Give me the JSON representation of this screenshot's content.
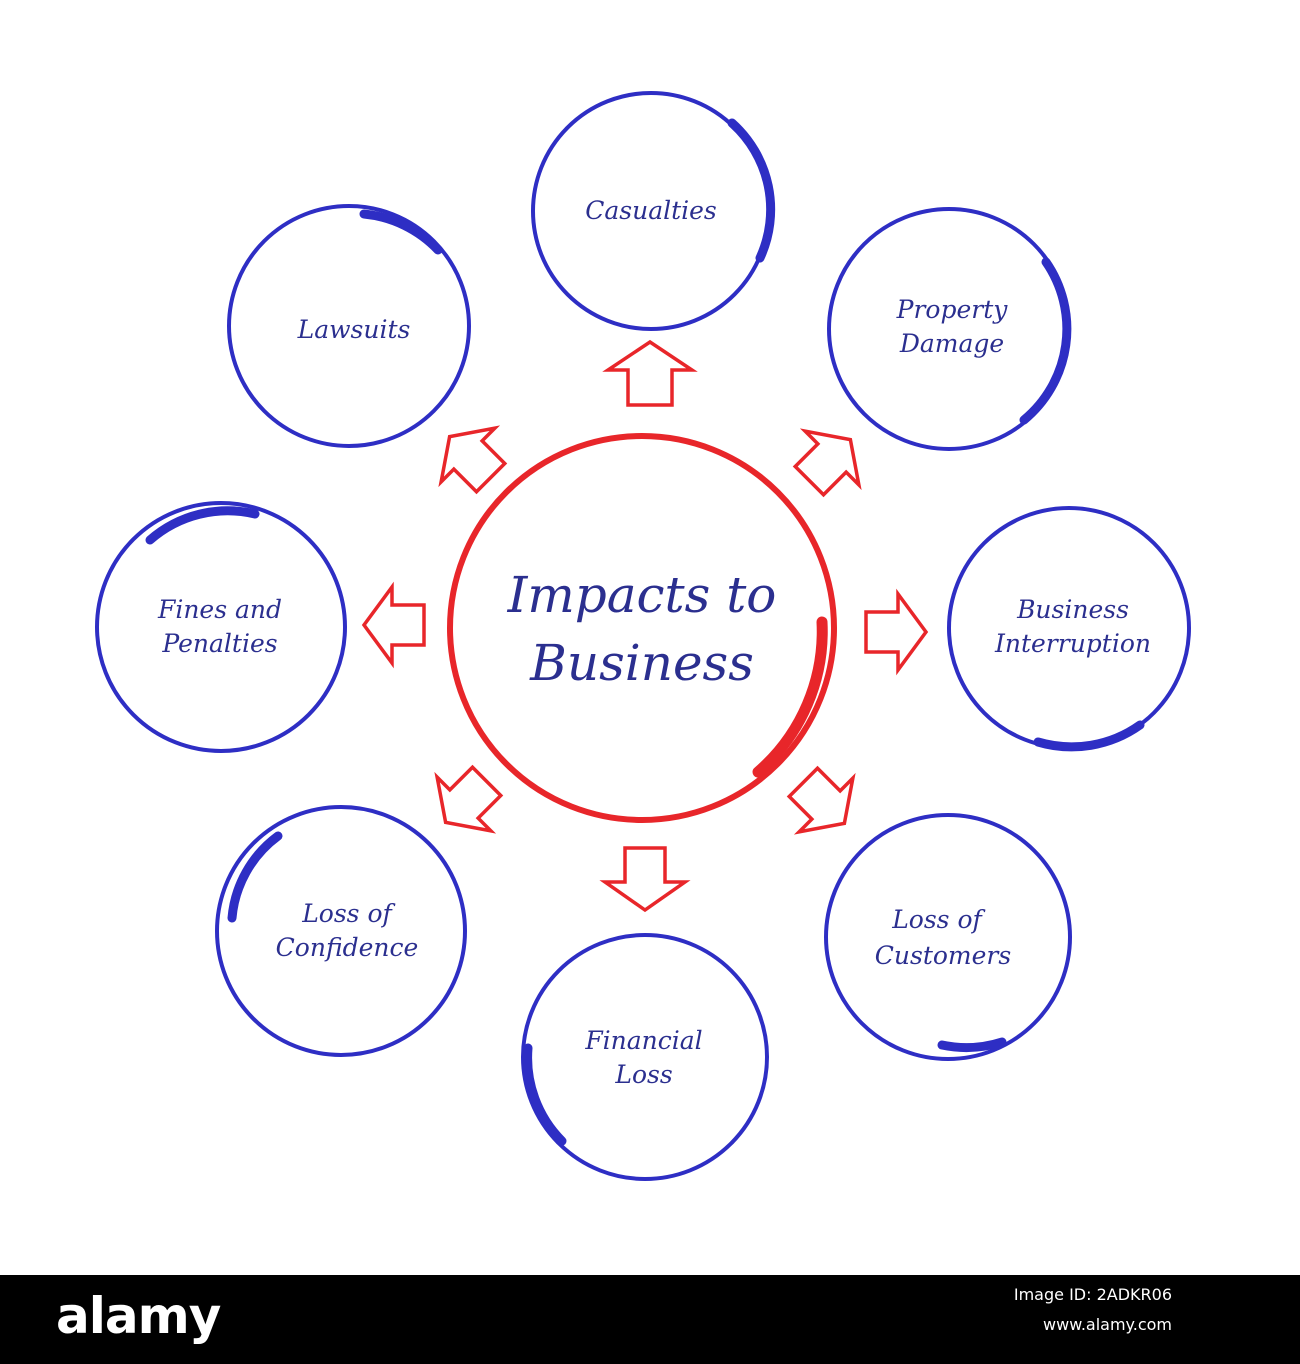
{
  "center": {
    "line1": "Impacts to",
    "line2": "Business"
  },
  "nodes": [
    {
      "id": "casualties",
      "lines": [
        "Casualties"
      ]
    },
    {
      "id": "property-damage",
      "lines": [
        "Property",
        "Damage"
      ]
    },
    {
      "id": "business-interruption",
      "lines": [
        "Business",
        "Interruption"
      ]
    },
    {
      "id": "loss-of-customers",
      "lines": [
        "Loss of",
        "Customers"
      ]
    },
    {
      "id": "financial-loss",
      "lines": [
        "Financial",
        "Loss"
      ]
    },
    {
      "id": "loss-of-confidence",
      "lines": [
        "Loss of",
        "Confidence"
      ]
    },
    {
      "id": "fines-and-penalties",
      "lines": [
        "Fines and",
        "Penalties"
      ]
    },
    {
      "id": "lawsuits",
      "lines": [
        "Lawsuits"
      ]
    }
  ],
  "colors": {
    "node_ring": "#2e2ec4",
    "center_ring": "#e8262a",
    "arrow_outline": "#e8262a",
    "text": "#2b2f8f",
    "footer_background": "#000000"
  },
  "footer": {
    "logo": "alamy",
    "image_id": "Image ID: 2ADKR06",
    "url": "www.alamy.com"
  }
}
